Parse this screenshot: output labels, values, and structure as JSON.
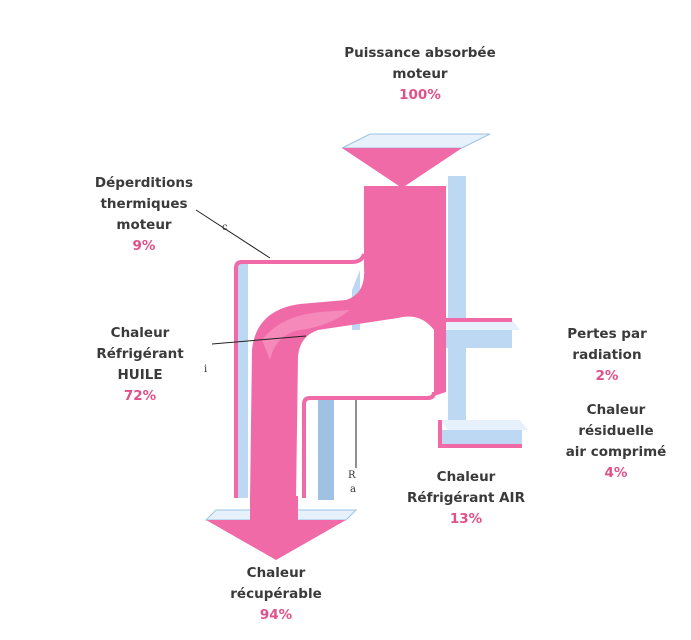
{
  "colors": {
    "flow": "#f06aa8",
    "flow_light": "#f7a3c8",
    "side": "#bcd8f2",
    "side_dark": "#9fc2e4",
    "top": "#e6f1fb",
    "percent_text": "#e0508a",
    "label_text": "#3a3a3a"
  },
  "labels": {
    "input": {
      "line1": "Puissance absorbée",
      "line2": "moteur",
      "pct": "100%"
    },
    "motor_loss": {
      "line1": "Déperditions",
      "line2": "thermiques",
      "line3": "moteur",
      "pct": "9%"
    },
    "oil": {
      "line1": "Chaleur",
      "line2": "Réfrigérant",
      "line3": "HUILE",
      "pct": "72%"
    },
    "radiation": {
      "line1": "Pertes par",
      "line2": "radiation",
      "pct": "2%"
    },
    "residual": {
      "line1": "Chaleur",
      "line2": "résiduelle",
      "line3": "air comprimé",
      "pct": "4%"
    },
    "air": {
      "line1": "Chaleur",
      "line2": "Réfrigérant AIR",
      "pct": "13%"
    },
    "recovered": {
      "line1": "Chaleur",
      "line2": "récupérable",
      "pct": "94%"
    }
  },
  "flows": [
    {
      "name": "input",
      "value": 100
    },
    {
      "name": "motor_loss",
      "value": 9
    },
    {
      "name": "oil",
      "value": 72
    },
    {
      "name": "radiation",
      "value": 2
    },
    {
      "name": "residual",
      "value": 4
    },
    {
      "name": "air",
      "value": 13
    },
    {
      "name": "recovered",
      "value": 94
    }
  ],
  "marks": {
    "c": "c",
    "i": "i",
    "r": "R",
    "a": "a"
  }
}
